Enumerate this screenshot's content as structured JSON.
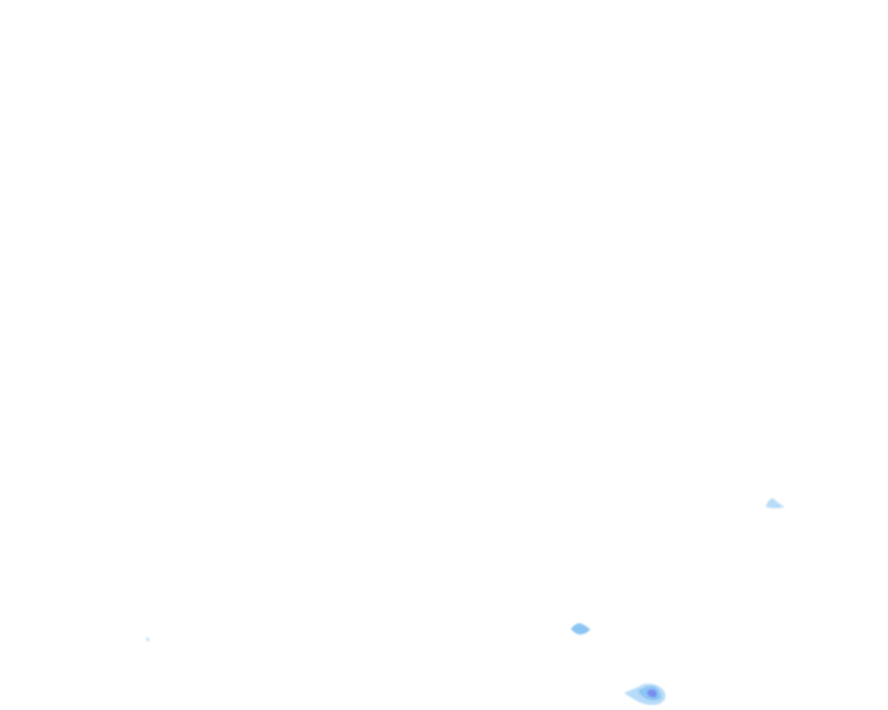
{
  "map": {
    "type": "precipitation-radar-overlay",
    "background_color": "#ffffff",
    "intensity_colors": {
      "light": "#b8dcf8",
      "moderate": "#8cc4f4",
      "heavy": "#7a8cf0"
    },
    "echoes": [
      {
        "intensity": "light"
      },
      {
        "intensity": "moderate"
      },
      {
        "intensity": "heavy"
      },
      {
        "intensity": "light"
      }
    ]
  }
}
